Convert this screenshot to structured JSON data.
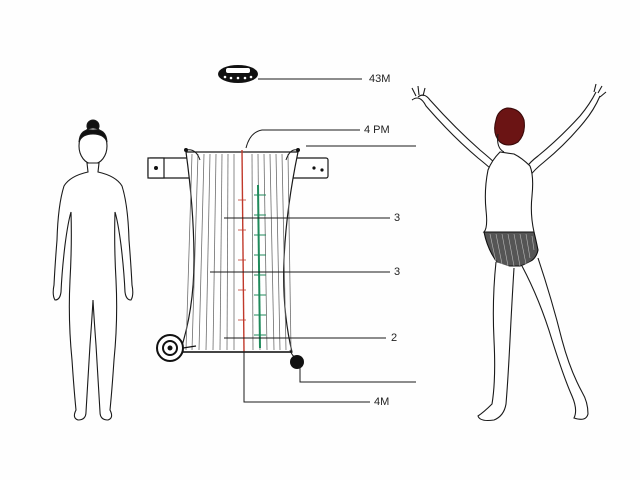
{
  "labels": {
    "top_device": "43M",
    "bar": "4 PM",
    "upper": "3",
    "middle": "3",
    "lower": "2",
    "bottom": "4M"
  },
  "colors": {
    "line": "#1a1a1a",
    "stripe_gray": "#6e6e6e",
    "accent_red": "#c0392b",
    "accent_green": "#1f8a5b",
    "hair_right": "#6b1414",
    "fill_body": "#ffffff"
  }
}
